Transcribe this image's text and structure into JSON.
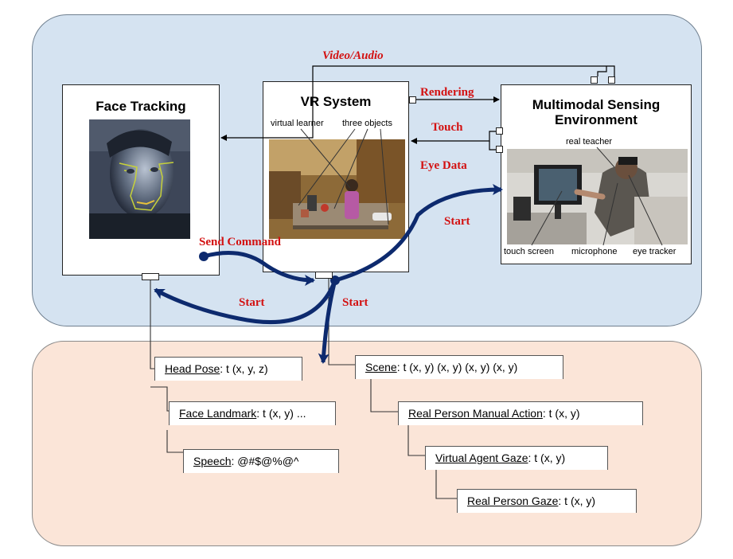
{
  "face_tracking": {
    "title": "Face Tracking"
  },
  "vr_system": {
    "title": "VR System",
    "label_virtual_learner": "virtual learner",
    "label_three_objects": "three objects"
  },
  "sensing": {
    "title_line1": "Multimodal Sensing",
    "title_line2": "Environment",
    "label_real_teacher": "real teacher",
    "label_touch_screen": "touch screen",
    "label_microphone": "microphone",
    "label_eye_tracker": "eye tracker"
  },
  "arrows": {
    "video_audio": "Video/Audio",
    "rendering": "Rendering",
    "touch": "Touch",
    "eye_data": "Eye Data",
    "send_command": "Send Command",
    "start_left": "Start",
    "start_mid": "Start",
    "start_right": "Start"
  },
  "streams_left": [
    {
      "key": "Head Pose",
      "value": ": t (x, y, z)"
    },
    {
      "key": "Face Landmark",
      "value": ": t (x, y) ..."
    },
    {
      "key": "Speech",
      "value": ": @#$@%@^"
    }
  ],
  "streams_right": [
    {
      "key": "Scene",
      "value": ": t (x, y) (x, y) (x, y) (x, y)"
    },
    {
      "key": "Real Person Manual Action",
      "value": ": t (x, y)"
    },
    {
      "key": "Virtual Agent Gaze",
      "value": ": t (x, y)"
    },
    {
      "key": "Real Person Gaze",
      "value": ": t (x, y)"
    }
  ],
  "colors": {
    "top_panel": "#d5e3f1",
    "bottom_panel": "#fbe5d8",
    "start_arrow": "#0d2a6e",
    "red_label": "#d31111"
  }
}
